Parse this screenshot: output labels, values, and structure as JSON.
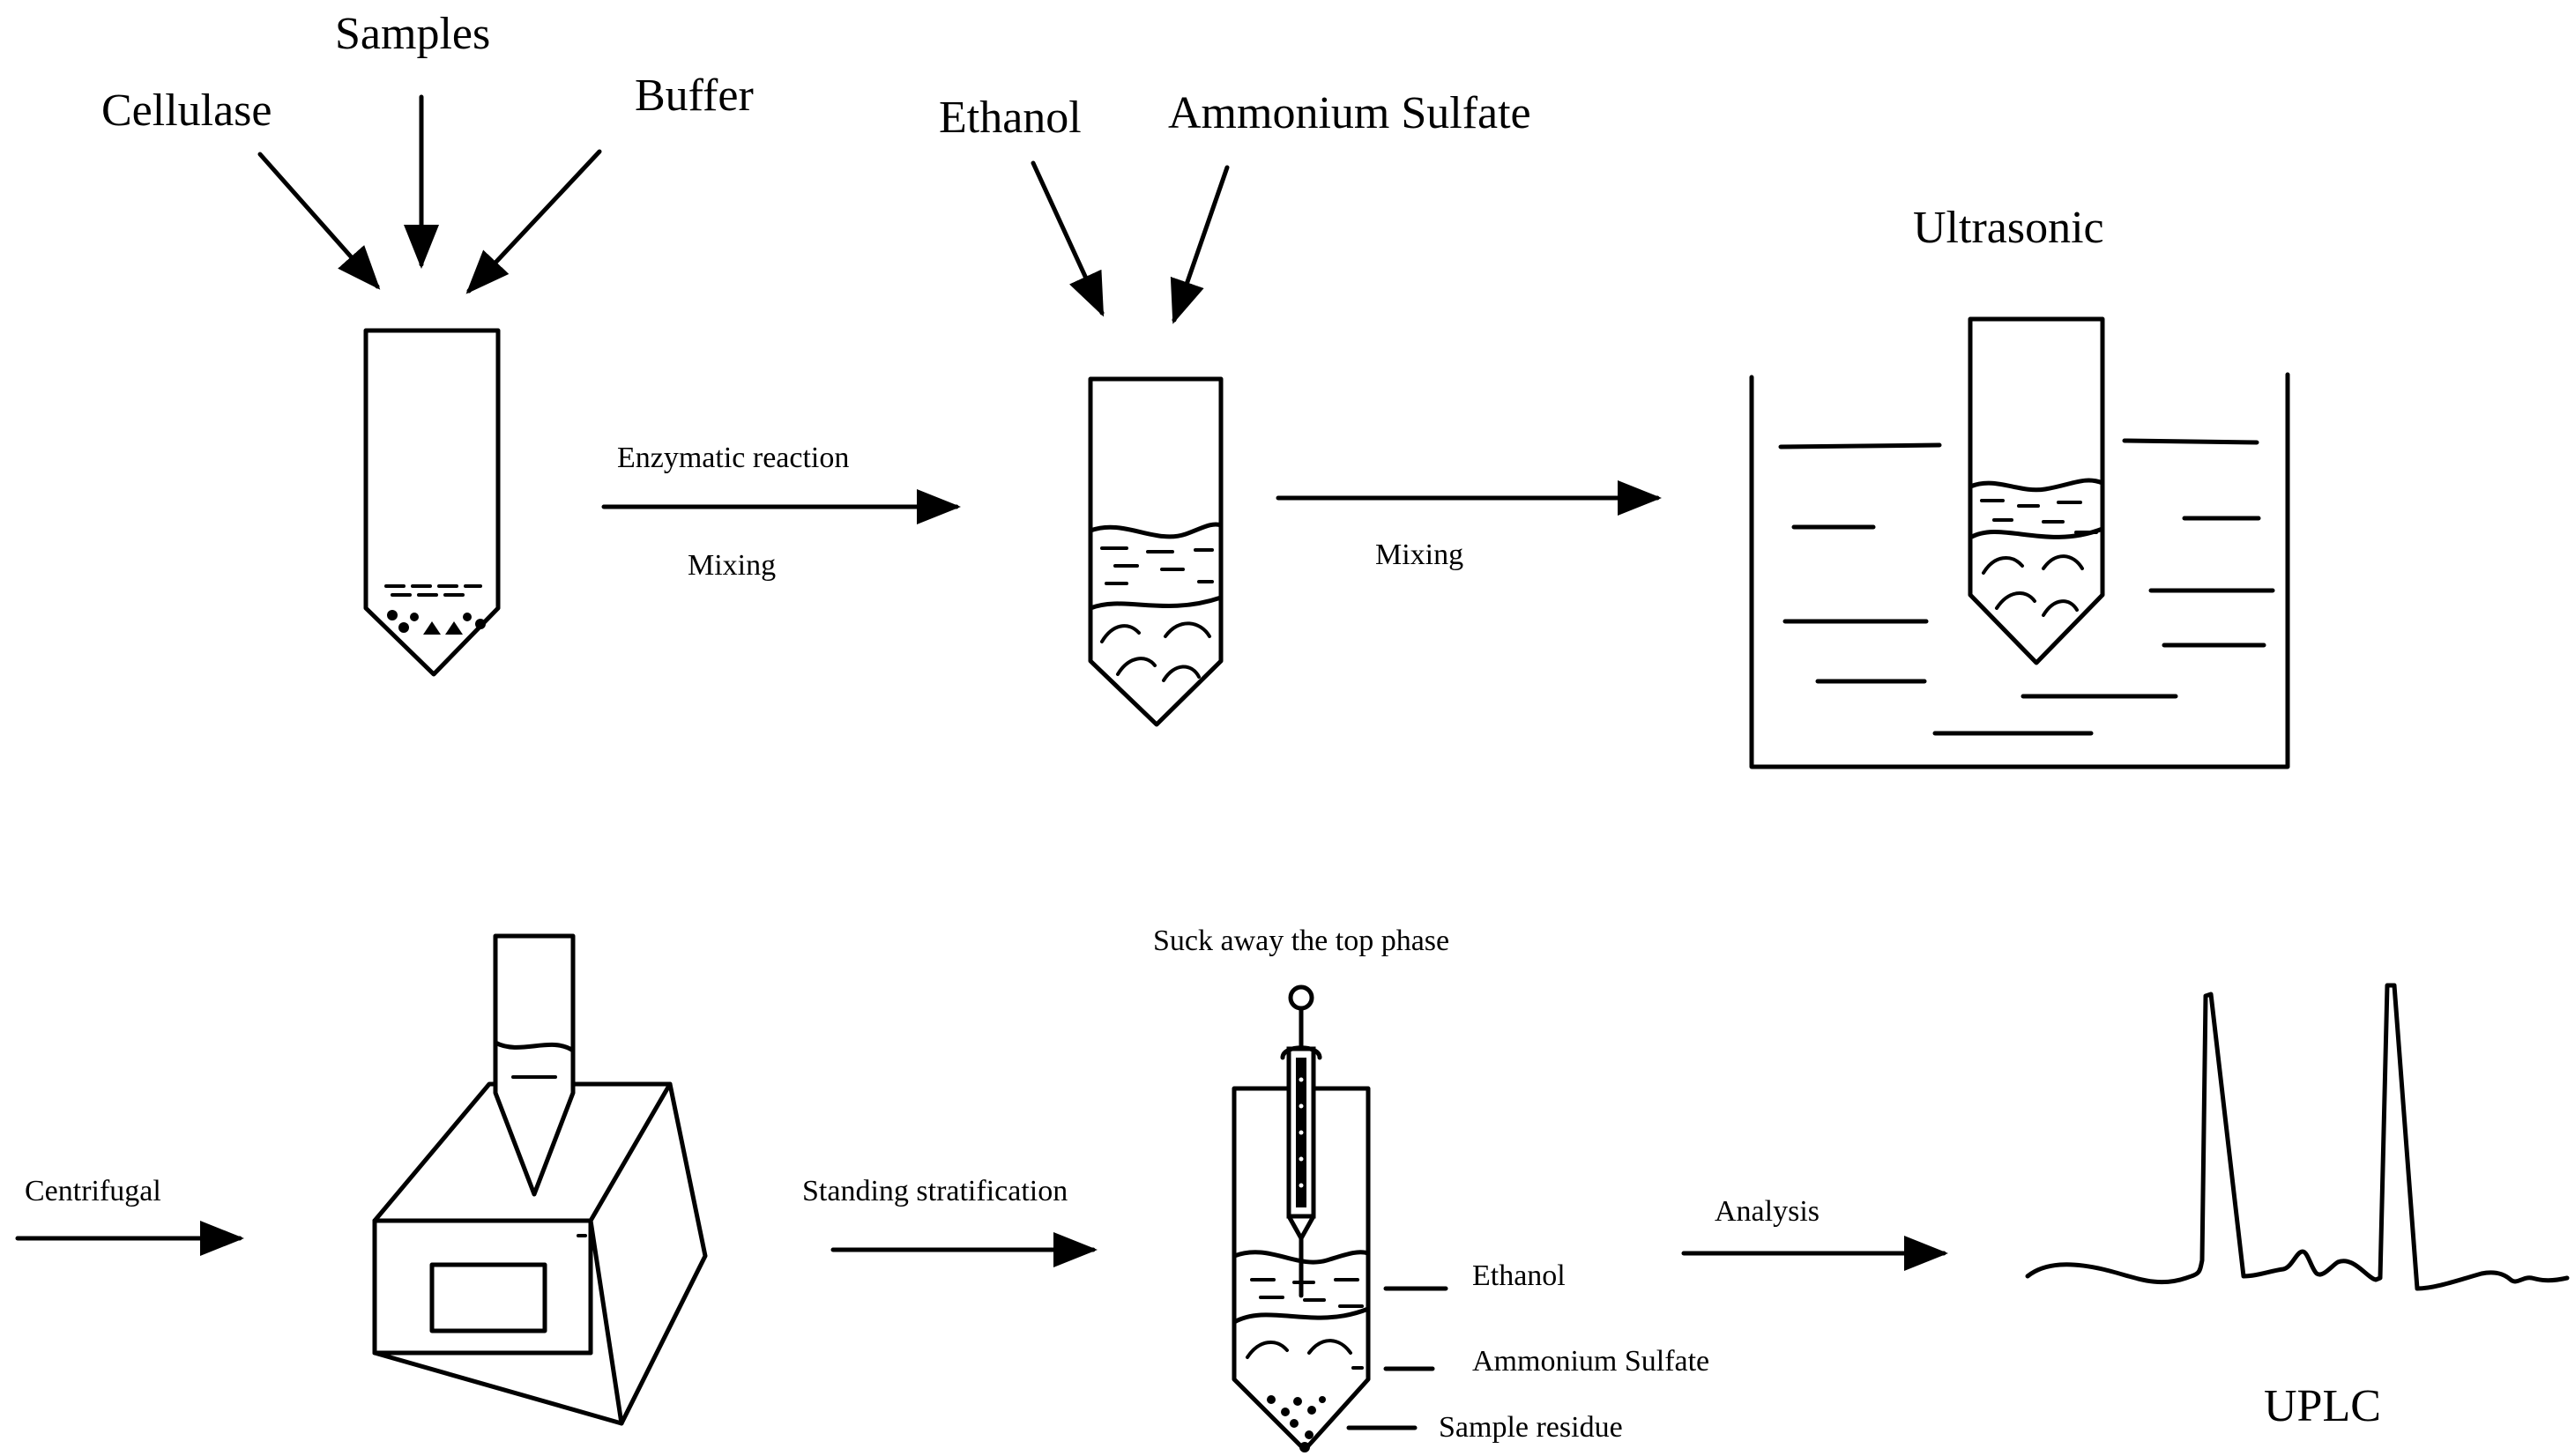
{
  "labels": {
    "cellulase": "Cellulase",
    "samples": "Samples",
    "buffer": "Buffer",
    "enzymatic_reaction": "Enzymatic reaction",
    "mixing_1": "Mixing",
    "ethanol_in": "Ethanol",
    "ammonium_sulfate_in": "Ammonium Sulfate",
    "mixing_2": "Mixing",
    "ultrasonic": "Ultrasonic",
    "centrifugal": "Centrifugal",
    "standing_stratification": "Standing stratification",
    "suck_away": "Suck away the top phase",
    "layer_ethanol": "Ethanol",
    "layer_ammonium_sulfate": "Ammonium Sulfate",
    "layer_sample_residue": "Sample residue",
    "analysis": "Analysis",
    "uplc": "UPLC"
  },
  "colors": {
    "ink": "#000000",
    "background": "#ffffff"
  }
}
